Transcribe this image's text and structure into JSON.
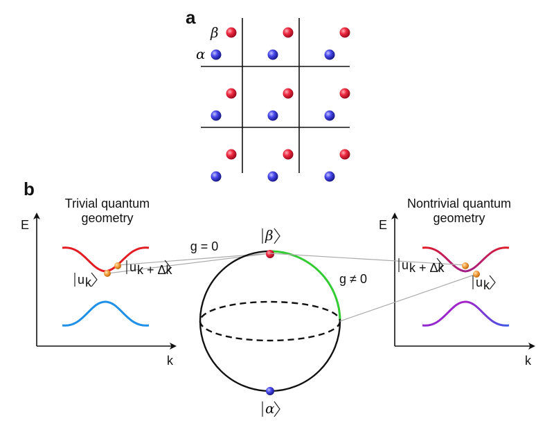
{
  "panel_a": {
    "label": "a",
    "beta_label": "β",
    "alpha_label": "α"
  },
  "panel_b": {
    "label": "b",
    "left_title_line1": "Trivial quantum",
    "left_title_line2": "geometry",
    "right_title_line1": "Nontrivial quantum",
    "right_title_line2": "geometry",
    "axis_energy": "E",
    "axis_k": "k",
    "ket_uk": "u",
    "ket_uk_sub": "k",
    "ket_ukdk": "u",
    "ket_ukdk_sub": "k + Δk",
    "ket_beta": "β",
    "ket_alpha": "α",
    "g_zero": "g = 0",
    "g_nonzero": "g ≠ 0"
  },
  "colors": {
    "beta_atom": "#e8243a",
    "alpha_atom": "#3a3ae0",
    "band_red": "#e31b23",
    "band_blue": "#1f8fe8",
    "band_purple": "#8e2bd1",
    "geodesic_green": "#33cc33",
    "state_orange": "#f5a040",
    "connector_gray": "#aaaaaa"
  }
}
